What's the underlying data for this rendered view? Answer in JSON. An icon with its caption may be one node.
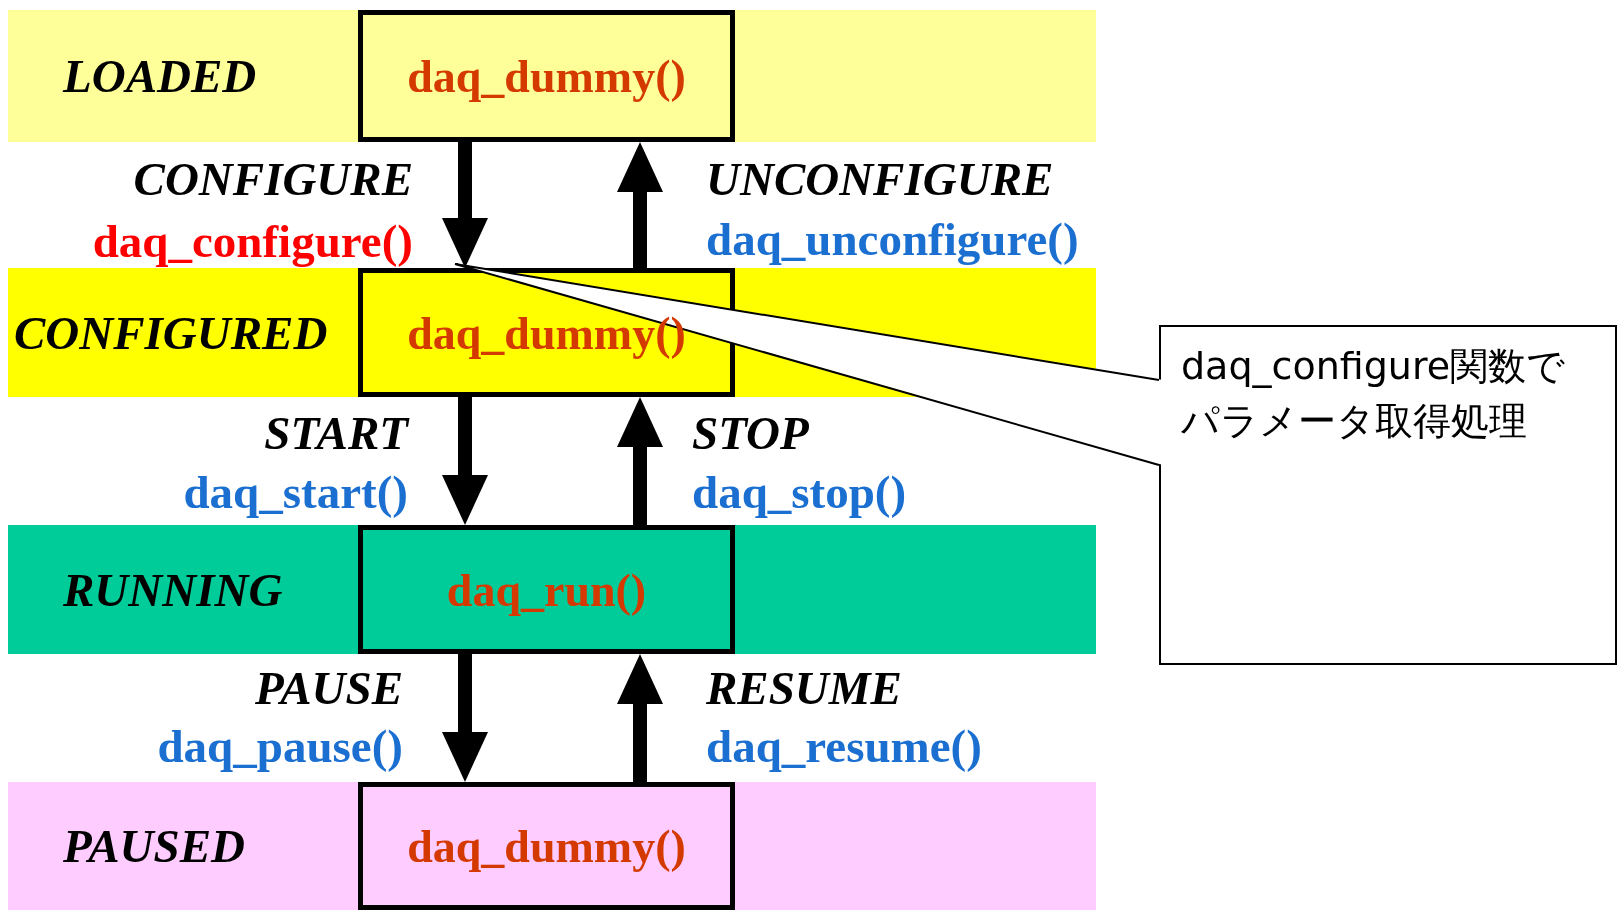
{
  "diagram": {
    "nodes": [
      {
        "text": [
          "LOADED"
        ]
      },
      {
        "text": [
          "daq_dummy()"
        ],
        "in": 0
      },
      {
        "text": [
          "CONFIGURED"
        ]
      },
      {
        "text": [
          "daq_dummy()"
        ],
        "in": 2
      },
      {
        "text": [
          "RUNNING"
        ]
      },
      {
        "text": [
          "daq_run()"
        ],
        "in": 4
      },
      {
        "text": [
          "PAUSED"
        ]
      },
      {
        "text": [
          "daq_dummy()"
        ],
        "in": 6
      },
      {
        "text": [
          "daq_configure関数でパラメータ取得処理"
        ]
      }
    ],
    "edges": [
      {
        "from": 1,
        "to": 3,
        "arrow": "to"
      },
      {
        "from": 3,
        "to": 1,
        "arrow": "to"
      },
      {
        "from": 3,
        "to": 5,
        "arrow": "to"
      },
      {
        "from": 5,
        "to": 3,
        "arrow": "to"
      },
      {
        "from": 5,
        "to": 7,
        "arrow": "to"
      },
      {
        "from": 7,
        "to": 5,
        "arrow": "to"
      },
      {
        "from": 8,
        "to": null,
        "arrow": "none"
      }
    ],
    "labels": [
      "CONFIGURE",
      "daq_configure()",
      "UNCONFIGURE",
      "daq_unconfigure()",
      "START",
      "daq_start()",
      "STOP",
      "daq_stop()",
      "PAUSE",
      "daq_pause()",
      "RESUME",
      "daq_resume()"
    ]
  }
}
